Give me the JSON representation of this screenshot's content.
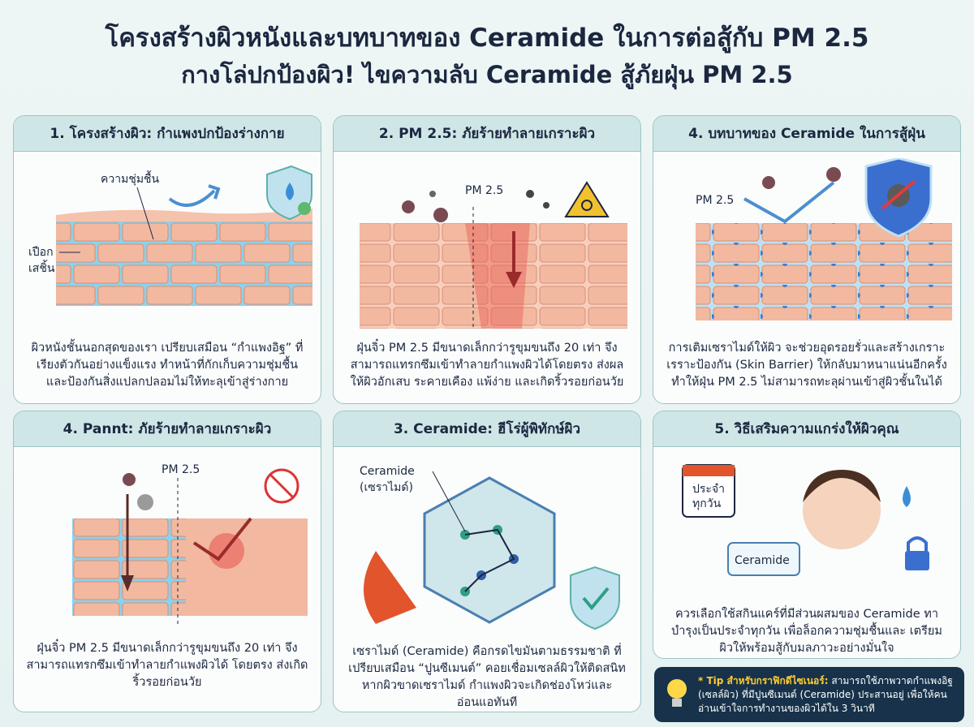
{
  "title": {
    "line1": "โครงสร้างผิวหนังและบทบาทของ Ceramide ในการต่อสู้กับ PM 2.5",
    "line2": "กางโล่ปกป้องผิว! ไขความลับ Ceramide สู้ภัยฝุ่น PM 2.5"
  },
  "cards": [
    {
      "heading": "1. โครงสร้างผิว: กำแพงปกป้องร่างกาย",
      "labels": {
        "moisture": "ความชุ่มชื้น",
        "cell_wall": "เปือก",
        "cell_wall2": "เสชิ้น"
      },
      "text": "ผิวหนังชั้นนอกสุดของเรา เปรียบเสมือน “กำแพงอิฐ” ที่เรียงตัวกันอย่างแข็งแรง ทำหน้าที่กักเก็บความชุ่มชื้น และป้องกันสิ่งแปลกปลอมไม่ให้ทะลุเข้าสู่ร่างกาย"
    },
    {
      "heading": "2. PM 2.5: ภัยร้ายทำลายเกราะผิว",
      "labels": {
        "pm": "PM 2.5"
      },
      "text": "ฝุ่นจิ๋ว PM 2.5 มีขนาดเล็กกว่ารูขุมขนถึง 20 เท่า จึงสามารถแทรกซึมเข้าทำลายกำแพงผิวได้โดยตรง ส่งผลให้ผิวอักเสบ ระคายเคือง แพ้ง่าย และเกิดริ้วรอยก่อนวัย"
    },
    {
      "heading": "4. บทบาทของ Ceramide ในการสู้ฝุ่น",
      "labels": {
        "pm": "PM 2.5"
      },
      "text": "การเติมเซราไมด์ให้ผิว จะช่วยอุดรอยรั่วและสร้างเกราะ เรราะป้องกัน (Skin Barrier) ให้กลับมาหนาแน่นอีกครั้ง ทำให้ฝุ่น PM 2.5 ไม่สามารถทะลุผ่านเข้าสู่ผิวชั้นในได้"
    },
    {
      "heading": "4. Pannt: ภัยร้ายทำลายเกราะผิว",
      "labels": {
        "pm": "PM 2.5"
      },
      "text": "ฝุ่นจิ๋ว PM 2.5 มีขนาดเล็กกว่ารูขุมขนถึง 20 เท่า จึงสามารถแทรกซึมเข้าทำลายกำแพงผิวได้ โดยตรง ส่งเกิดริ้วรอยก่อนวัย"
    },
    {
      "heading": "3. Ceramide: ฮีโร่ผู้พิทักษ์ผิว",
      "labels": {
        "ceramide": "Ceramide",
        "ceramide_th": "(เซราไมด์)"
      },
      "text": "เซราไมด์ (Ceramide) คือกรดไขมันตามธรรมชาติ ที่เปรียบเสมือน “ปูนซีเมนต์” คอยเชื่อมเซลล์ผิวให้ติดสนิท หากผิวขาดเซราไมด์ กำแพงผิวจะเกิดช่องโหว่และอ่อนแอทันที"
    },
    {
      "heading": "5. วิธีเสริมความแกร่งให้ผิวคุณ",
      "labels": {
        "daily": "ประจำ",
        "daily2": "ทุกวัน",
        "jar": "Ceramide"
      },
      "text": "ควรเลือกใช้สกินแคร์ที่มีส่วนผสมของ Ceramide ทาบำรุงเป็นประจำทุกวัน เพื่อล็อกความชุ่มชื้นและ เตรียมผิวให้พร้อมสู้กับมลภาวะอย่างมั่นใจ"
    }
  ],
  "tip": {
    "lead": "* Tip สำหรับกราฟิกดีไซเนอร์:",
    "text": " สามารถใช้ภาพวาดกำแพงอิฐ (เซลล์ผิว) ที่มีปูนซีเมนต์ (Ceramide) ประสานอยู่ เพื่อให้คน อ่านเข้าใจการทำงานของผิวได้ใน 3 วินาที"
  },
  "colors": {
    "accent": "#cfe6e6",
    "border": "#9dc4c6",
    "brick": "#f2b9a0",
    "mortar": "#8fd0ea",
    "damage": "#e85a55"
  }
}
